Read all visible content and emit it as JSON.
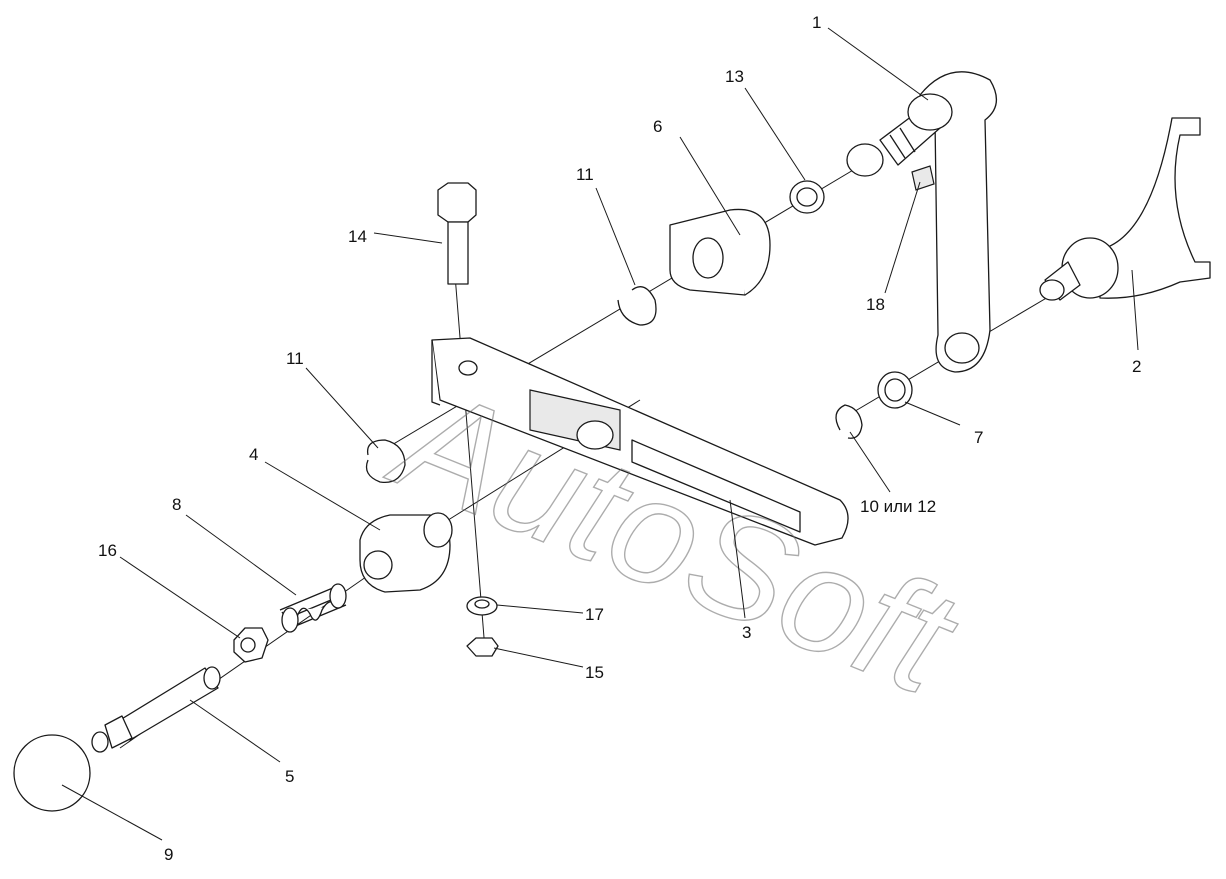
{
  "watermark": "AutoSoft",
  "callouts": {
    "c1": "1",
    "c2": "2",
    "c3": "3",
    "c4": "4",
    "c5": "5",
    "c6": "6",
    "c7": "7",
    "c8": "8",
    "c9": "9",
    "c10_12": "10 или 12",
    "c11a": "11",
    "c11b": "11",
    "c13": "13",
    "c14": "14",
    "c15": "15",
    "c16": "16",
    "c17": "17",
    "c18": "18"
  }
}
